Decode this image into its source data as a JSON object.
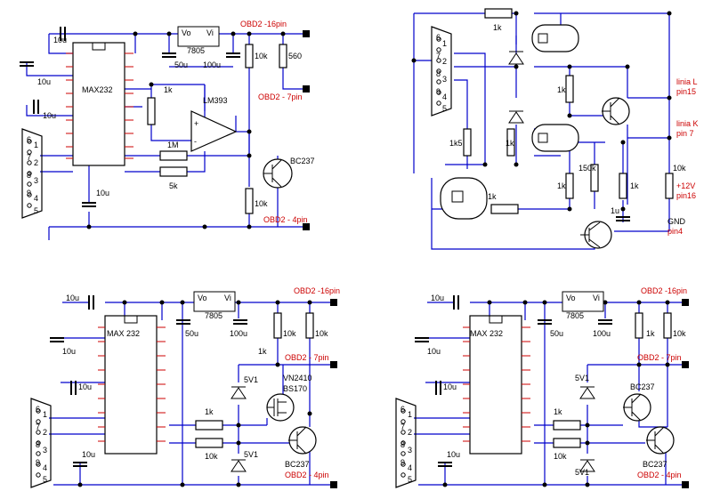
{
  "colors": {
    "wire": "#0000cc",
    "component": "#000000",
    "net_label": "#cc0000",
    "ic_pin": "#cc0000",
    "terminal": "#000000"
  },
  "circuits": [
    {
      "id": "top-left",
      "ic": "MAX232",
      "regulator": {
        "part": "7805",
        "vo": "Vo",
        "vi": "Vi"
      },
      "comparator": "LM393",
      "transistor": "BC237",
      "capacitors": [
        "10u",
        "10u",
        "10u",
        "10u",
        "50u",
        "100u"
      ],
      "resistors": [
        "10k",
        "560",
        "1k",
        "1M",
        "5k",
        "10k"
      ],
      "net_labels": [
        "OBD2 -16pin",
        "OBD2 - 7pin",
        "OBD2 - 4pin"
      ]
    },
    {
      "id": "top-right",
      "resistors": [
        "1k",
        "1k",
        "1k5",
        "1k",
        "1k",
        "150k",
        "1k",
        "10k",
        "1k"
      ],
      "capacitor": "1u",
      "labels": [
        "linia L",
        "pin15",
        "linia K",
        "pin 7",
        "+12V",
        "pin16",
        "GND",
        "pin4"
      ]
    },
    {
      "id": "bottom-left",
      "ic": "MAX 232",
      "regulator": {
        "part": "7805",
        "vo": "Vo",
        "vi": "Vi"
      },
      "capacitors": [
        "10u",
        "10u",
        "10u",
        "10u",
        "50u",
        "100u"
      ],
      "resistors": [
        "10k",
        "10k",
        "1k",
        "1k",
        "10k"
      ],
      "zeners": [
        "5V1",
        "5V1"
      ],
      "mosfet": [
        "VN2410",
        "BS170"
      ],
      "transistor": "BC237",
      "net_labels": [
        "OBD2 -16pin",
        "OBD2 - 7pin",
        "OBD2 - 4pin"
      ]
    },
    {
      "id": "bottom-right",
      "ic": "MAX 232",
      "regulator": {
        "part": "7805",
        "vo": "Vo",
        "vi": "Vi"
      },
      "capacitors": [
        "10u",
        "10u",
        "10u",
        "10u",
        "50u",
        "100u"
      ],
      "resistors": [
        "1k",
        "10k",
        "1k",
        "10k"
      ],
      "zeners": [
        "5V1",
        "5V1"
      ],
      "transistors": [
        "BC237",
        "BC237"
      ],
      "net_labels": [
        "OBD2 -16pin",
        "OBD2 - 7pin",
        "OBD2 - 4pin"
      ]
    }
  ],
  "connector_pins": [
    "6",
    "1",
    "7",
    "2",
    "8",
    "3",
    "9",
    "4",
    "5"
  ]
}
